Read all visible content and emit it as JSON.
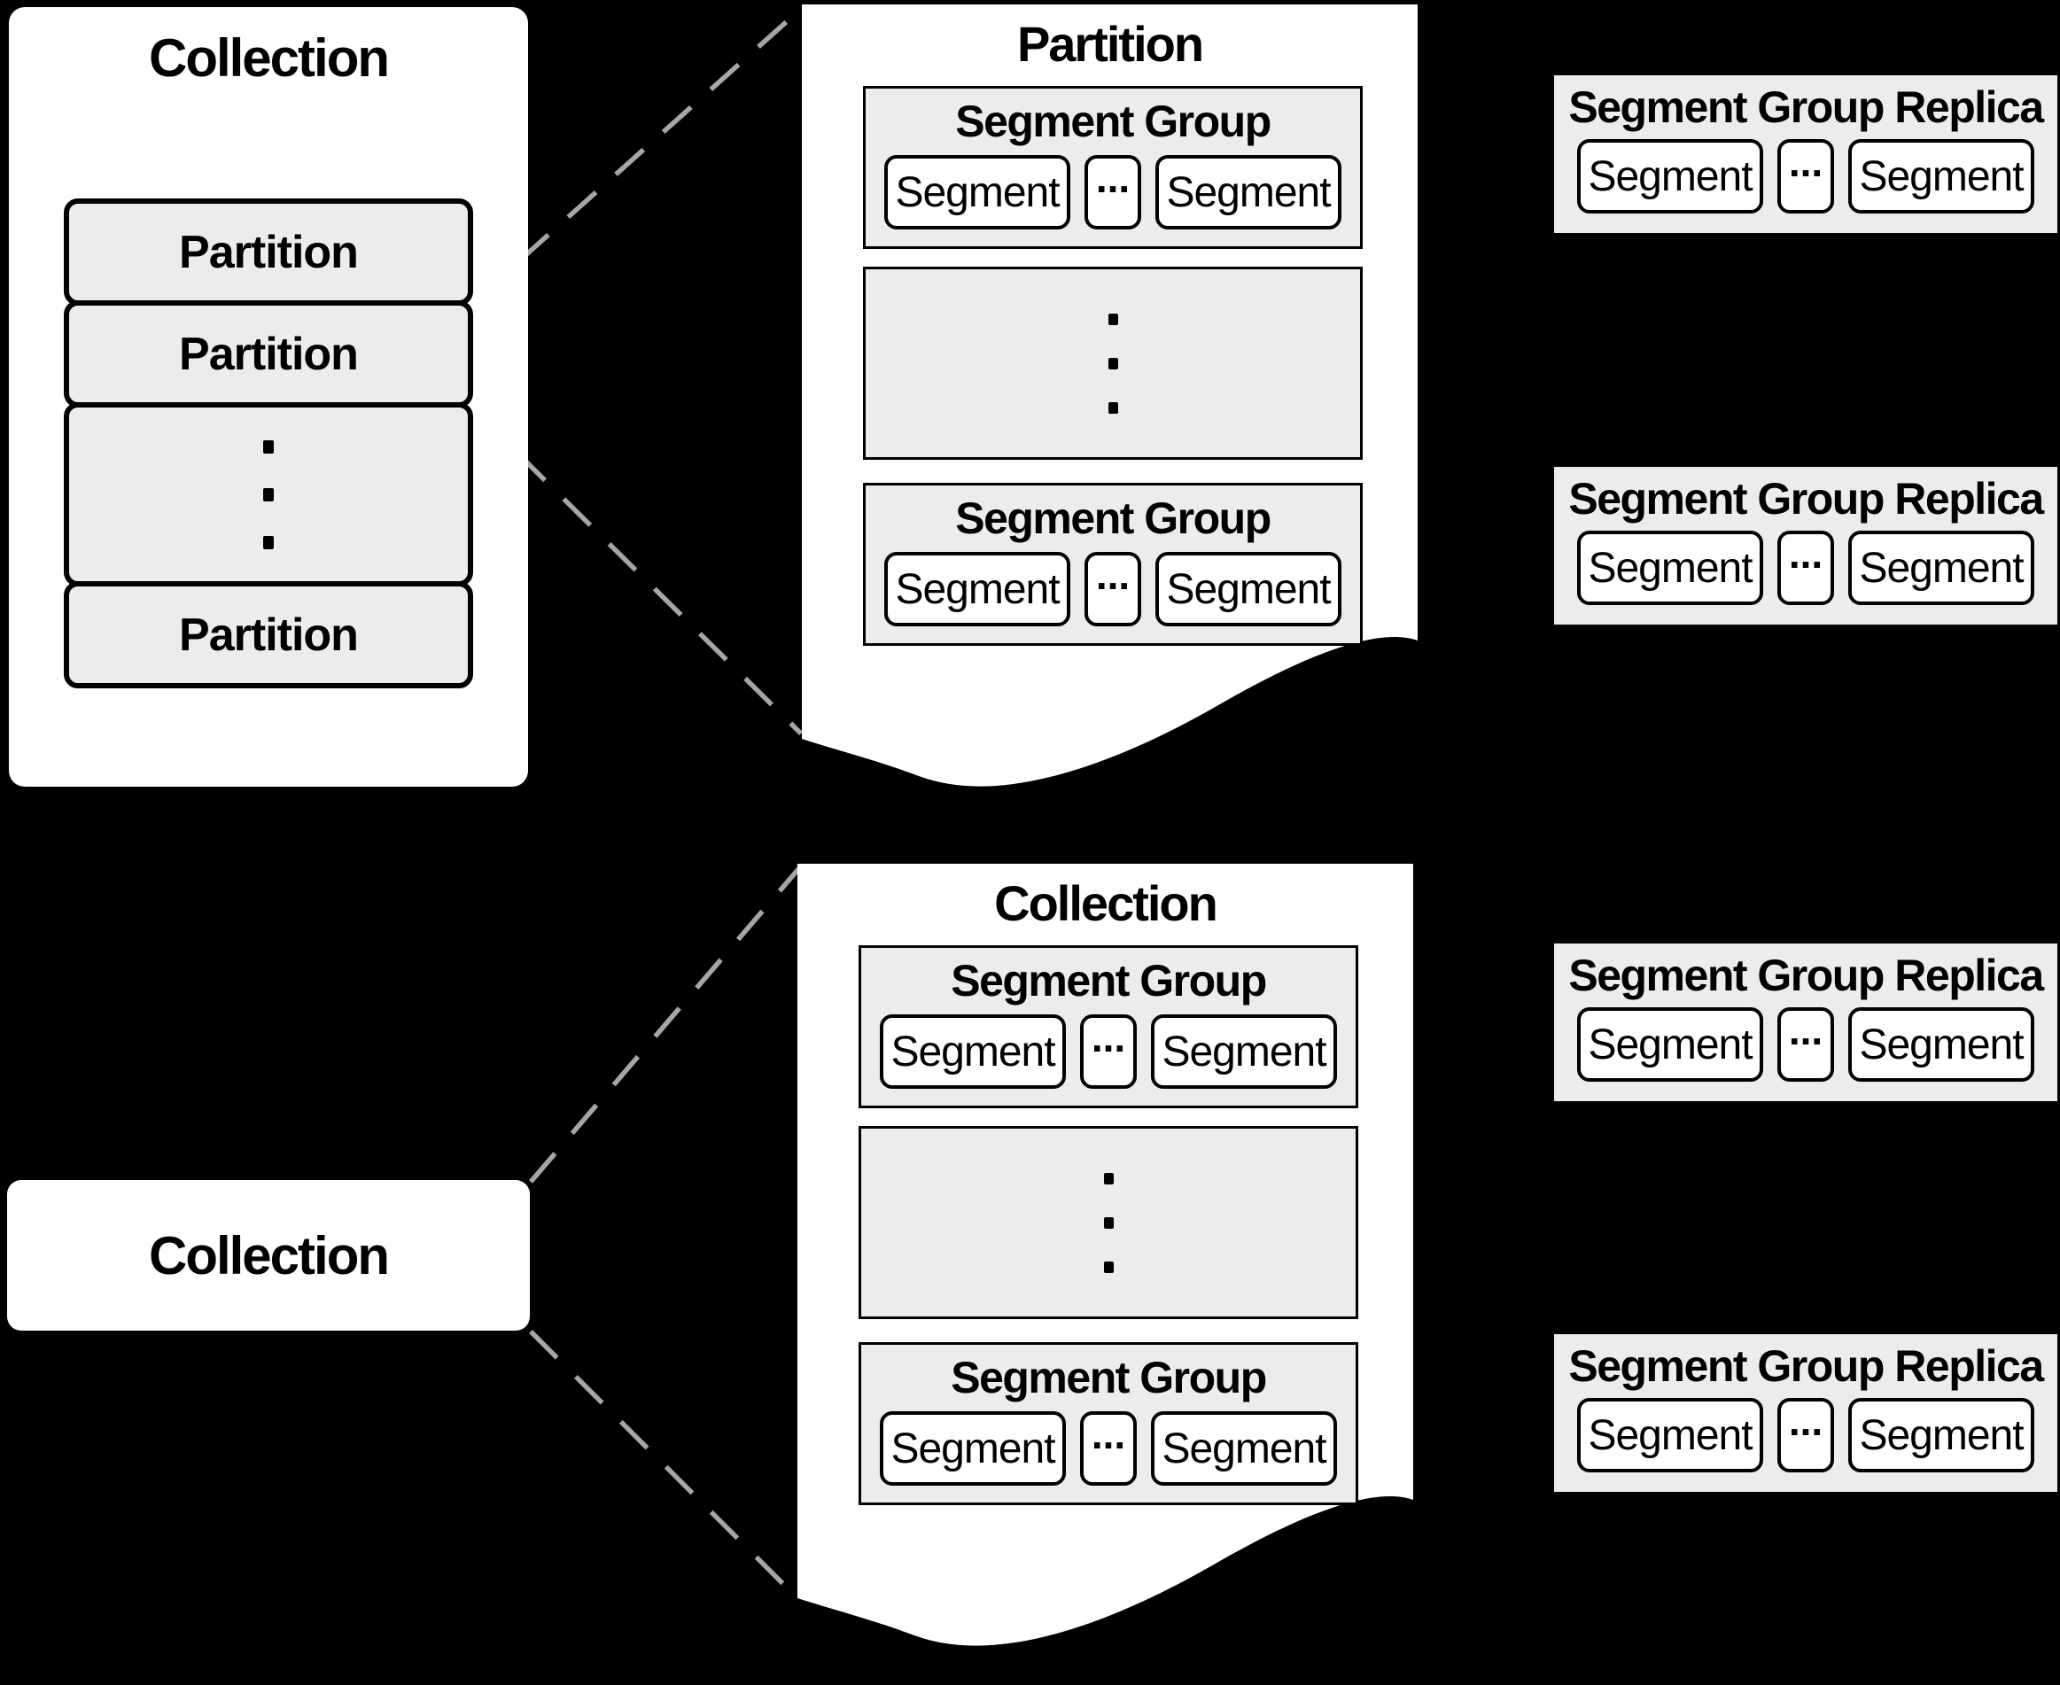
{
  "diagram": {
    "background_color": "#000000",
    "panel_fill": "#ffffff",
    "box_fill": "#ececec",
    "border_color": "#000000",
    "dashed_line_color": "#a6a6a6"
  },
  "left_collection": {
    "title": "Collection",
    "partition_rows": [
      "Partition",
      "Partition",
      "Partition"
    ],
    "vertical_ellipsis": "⋮"
  },
  "partition_page": {
    "title": "Partition",
    "vertical_ellipsis": "⋮",
    "segment_groups": [
      {
        "title": "Segment Group",
        "segments": [
          "Segment",
          "...",
          "Segment"
        ]
      },
      {
        "title": "Segment Group",
        "segments": [
          "Segment",
          "...",
          "Segment"
        ]
      }
    ]
  },
  "collection_page": {
    "title": "Collection",
    "vertical_ellipsis": "⋮",
    "segment_groups": [
      {
        "title": "Segment Group",
        "segments": [
          "Segment",
          "...",
          "Segment"
        ]
      },
      {
        "title": "Segment Group",
        "segments": [
          "Segment",
          "...",
          "Segment"
        ]
      }
    ]
  },
  "replicas": [
    {
      "title": "Segment Group Replica",
      "segments": [
        "Segment",
        "...",
        "Segment"
      ]
    },
    {
      "title": "Segment Group Replica",
      "segments": [
        "Segment",
        "...",
        "Segment"
      ]
    },
    {
      "title": "Segment Group Replica",
      "segments": [
        "Segment",
        "...",
        "Segment"
      ]
    },
    {
      "title": "Segment Group Replica",
      "segments": [
        "Segment",
        "...",
        "Segment"
      ]
    }
  ],
  "bottom_collection": {
    "title": "Collection"
  }
}
